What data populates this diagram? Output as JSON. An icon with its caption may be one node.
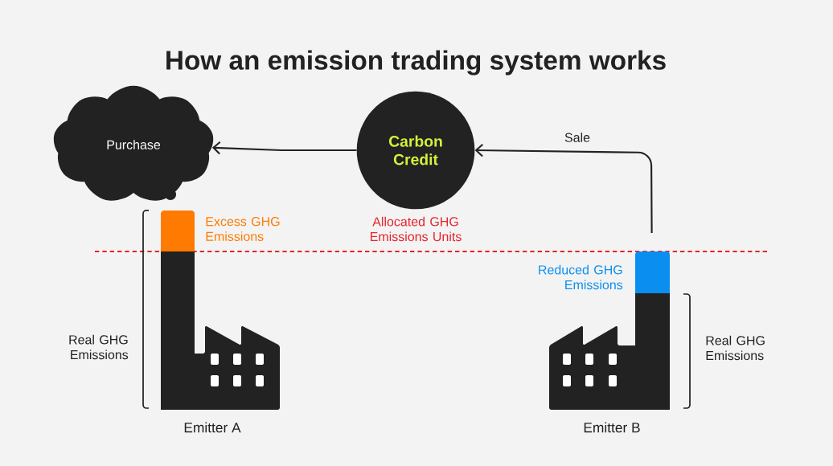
{
  "diagram": {
    "title": "How an emission trading system works",
    "nodes": [
      {
        "text": [
          "Purchase"
        ]
      },
      {
        "text": [
          "Carbon Credit"
        ]
      },
      {
        "text": [
          "Emitter A"
        ]
      },
      {
        "text": [
          "Emitter B"
        ]
      }
    ],
    "edges": [
      {
        "from": 1,
        "to": 0,
        "arrow": "to"
      },
      {
        "from": 3,
        "to": 1,
        "arrow": "to",
        "label": "Sale"
      }
    ],
    "labels": [
      "Excess GHG Emissions",
      "Allocated GHG Emissions Units",
      "Reduced GHG Emissions",
      "Real GHG Emissions",
      "Real GHG Emissions"
    ]
  }
}
